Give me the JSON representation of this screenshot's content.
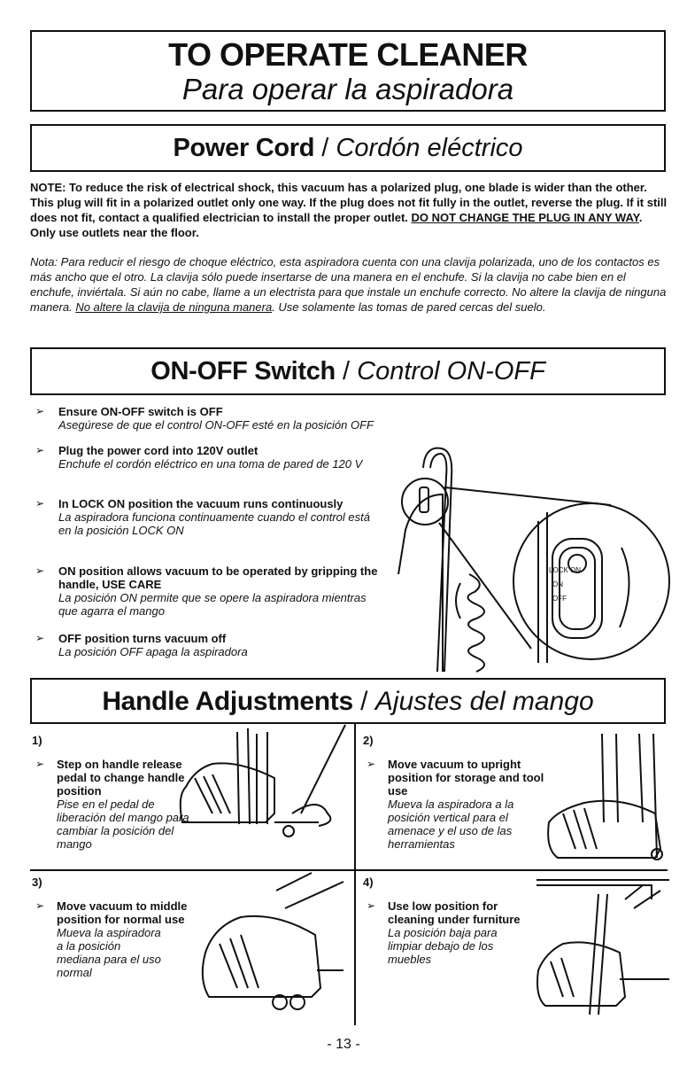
{
  "title": {
    "en": "TO OPERATE CLEANER",
    "es": "Para operar la aspiradora"
  },
  "power_cord": {
    "heading_en": "Power Cord",
    "heading_sep": " / ",
    "heading_es": "Cordón eléctrico",
    "note_en_main": "NOTE: To reduce the risk of electrical shock, this vacuum has a polarized plug, one blade is wider than the other. This plug will fit in a polarized outlet only one way. If the plug does not fit fully in the outlet, reverse the plug. If it still does not fit, contact a qualified electrician to install the proper outlet. ",
    "note_en_underlined": "DO NOT CHANGE THE PLUG IN ANY WAY",
    "note_en_end": ".  Only use outlets near the floor.",
    "note_es_main": "Nota: Para reducir el riesgo de choque eléctrico, esta aspiradora cuenta con una clavija polarizada, uno de los contactos es más ancho que el otro. La clavija sólo puede insertarse de una manera en el enchufe. Si la clavija no cabe bien en el enchufe, inviértala. Si aún no cabe, llame a un electrista para que instale un enchufe correcto. No altere la clavija de ninguna manera. ",
    "note_es_underlined": "No altere la clavija de ninguna manera",
    "note_es_end": ". Use solamente las tomas de pared cercas del suelo."
  },
  "switch": {
    "heading_en": "ON-OFF Switch",
    "heading_sep": " / ",
    "heading_es": "Control ON-OFF",
    "bullets": [
      {
        "en": "Ensure ON-OFF switch is OFF",
        "es": "Asegúrese de que el control ON-OFF esté en la posición OFF"
      },
      {
        "en": "Plug the power cord into 120V outlet",
        "es": "Enchufe el cordón eléctrico en una toma de pared de 120 V"
      },
      {
        "en": "In LOCK ON position the vacuum runs continuously",
        "es": "La aspiradora funciona continuamente cuando el control está en la posición LOCK ON"
      },
      {
        "en": "ON position allows vacuum to be operated by gripping the handle, USE CARE",
        "es": "La posición ON permite que se opere la aspiradora mientras que agarra el mango"
      },
      {
        "en": "OFF position turns vacuum off",
        "es": "La posición OFF apaga la aspiradora"
      }
    ],
    "diagram_labels": {
      "lock_on": "LOCK ON",
      "on": "ON",
      "off": "OFF"
    }
  },
  "handle": {
    "heading_en": "Handle Adjustments",
    "heading_sep": " / ",
    "heading_es": "Ajustes del mango",
    "steps": [
      {
        "num": "1)",
        "en": "Step on handle release pedal to change handle position",
        "es": "Pise en el pedal de liberación del mango para cambiar la posición del mango"
      },
      {
        "num": "2)",
        "en": "Move vacuum to upright position for storage and tool use",
        "es": "Mueva la aspiradora a la posición vertical para el amenace y el uso de las herramientas"
      },
      {
        "num": "3)",
        "en": "Move vacuum to middle position for normal use",
        "es": "Mueva la aspiradora a la posición mediana para el uso normal"
      },
      {
        "num": "4)",
        "en": "Use low position for cleaning under furniture",
        "es": "La posición baja para limpiar debajo de los muebles"
      }
    ]
  },
  "bullet_marker": "➢",
  "page_number": "- 13 -"
}
